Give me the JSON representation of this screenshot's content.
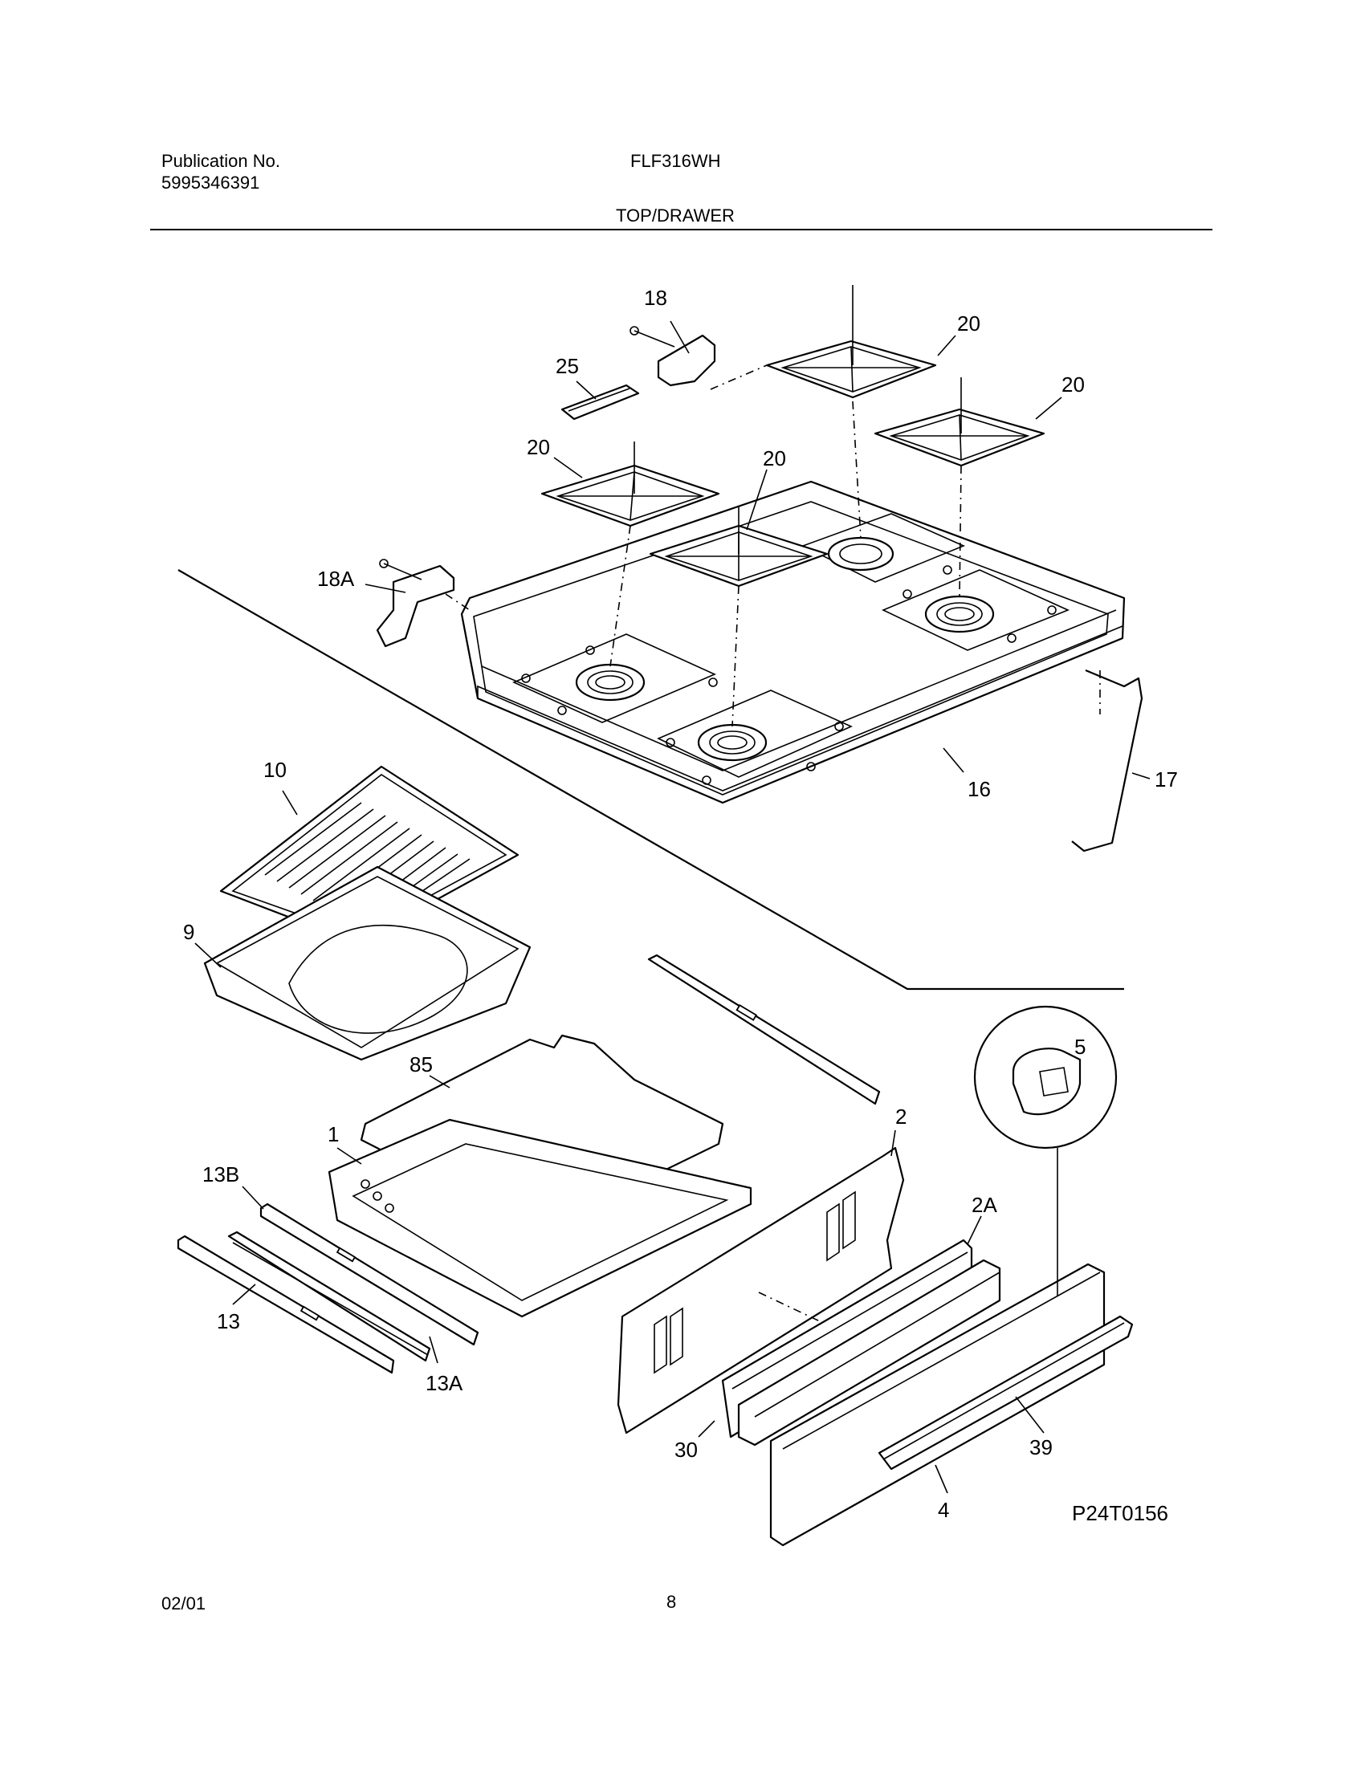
{
  "header": {
    "publication_label": "Publication No.",
    "publication_number": "5995346391",
    "model": "FLF316WH",
    "section": "TOP/DRAWER"
  },
  "diagram": {
    "callouts": {
      "c18": "18",
      "c25": "25",
      "c20a": "20",
      "c20b": "20",
      "c20c": "20",
      "c20d": "20",
      "c18A": "18A",
      "c16": "16",
      "c17": "17",
      "c10": "10",
      "c9": "9",
      "c85": "85",
      "c1": "1",
      "c2": "2",
      "c2A": "2A",
      "c5": "5",
      "c13B": "13B",
      "c13": "13",
      "c13A": "13A",
      "c30": "30",
      "c39": "39",
      "c4": "4"
    },
    "figure_code": "P24T0156"
  },
  "footer": {
    "date": "02/01",
    "page_number": "8"
  }
}
